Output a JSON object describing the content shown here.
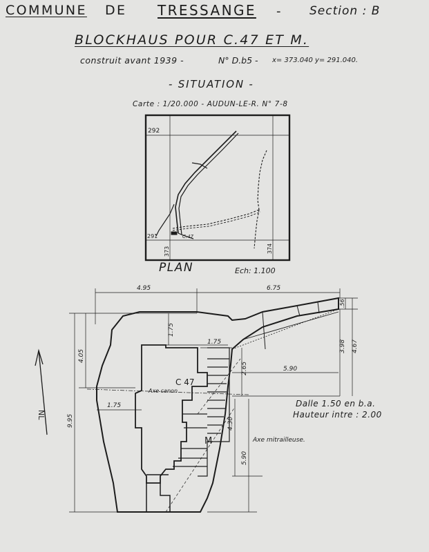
{
  "header": {
    "commune_label": "COMMUNE",
    "commune_de": "DE",
    "commune_name": "TRESSANGE",
    "dash": "-",
    "section": "Section : B"
  },
  "title": {
    "main": "BLOCKHAUS POUR C.47 ET M.",
    "built": "construit avant 1939 -",
    "number": "N° D.b5 -",
    "coords": "x= 373.040 y= 291.040.",
    "situation": "- SITUATION -",
    "carte": "Carte : 1/20.000 - AUDUN-LE-R. N° 7-8"
  },
  "map": {
    "label_292_top": "292",
    "label_291": "291",
    "label_373": "373",
    "label_374": "374",
    "label_c47": "C.47"
  },
  "plan": {
    "title": "PLAN",
    "scale": "Ech: 1.100",
    "dims": {
      "d_495": "4.95",
      "d_675": "6.75",
      "d_175_top": "1.75",
      "d_175_mid": "1.75",
      "d_175_left": "1.75",
      "d_405": "4.05",
      "d_995": "9.95",
      "d_398": "3.98",
      "d_467": "4.67",
      "d_56": ".56",
      "d_265": "2.65",
      "d_590h": "5.90",
      "d_430": "4.30",
      "d_590v": "5.90"
    },
    "c47": "C 47",
    "axe_canon": "Axe canon",
    "m": "M",
    "axe_mitr": "Axe mitrailleuse.",
    "nl": "NL",
    "dalle": "Dalle 1.50 en b.a.",
    "hauteur": "Hauteur intre : 2.00"
  },
  "colors": {
    "ink": "#1c1c1c",
    "paper": "#e4e4e2"
  }
}
